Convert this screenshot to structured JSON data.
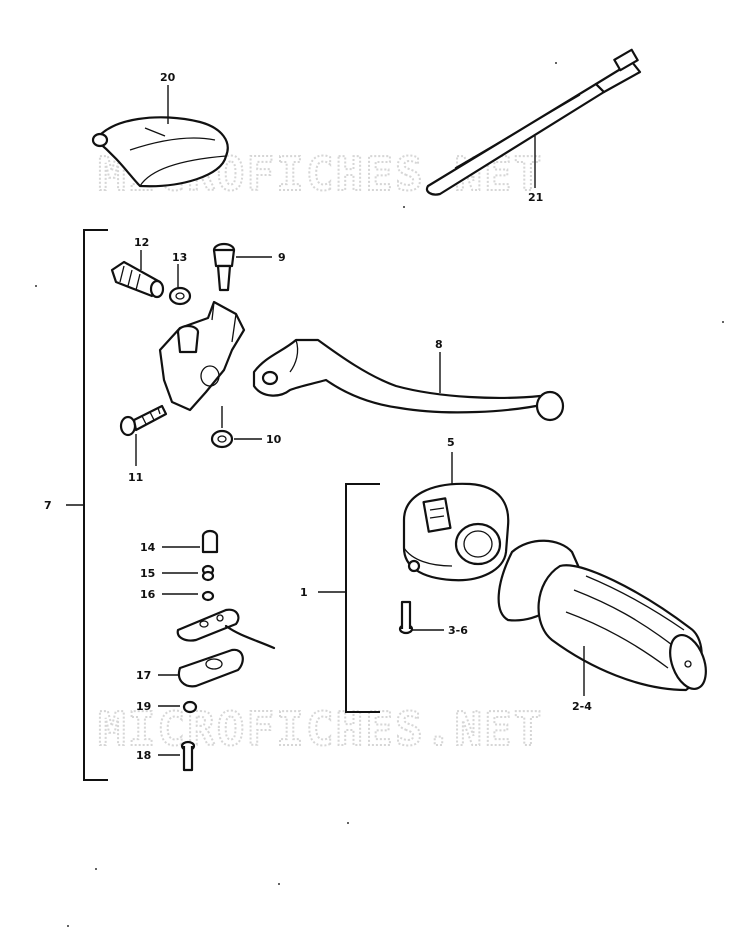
{
  "watermark": {
    "line1": "MICROFICHES.NET",
    "line2": "MICROFICHES.NET"
  },
  "callouts": {
    "p20": "20",
    "p21": "21",
    "p12": "12",
    "p13": "13",
    "p9": "9",
    "p8": "8",
    "p11": "11",
    "p10": "10",
    "p7": "7",
    "p5": "5",
    "p14": "14",
    "p15": "15",
    "p16": "16",
    "p1": "1",
    "p3_6": "3-6",
    "p17": "17",
    "p19": "19",
    "p18": "18",
    "p2_4": "2-4"
  },
  "colors": {
    "ink": "#111111",
    "watermark": "#d6d6d6",
    "paper": "#ffffff"
  }
}
